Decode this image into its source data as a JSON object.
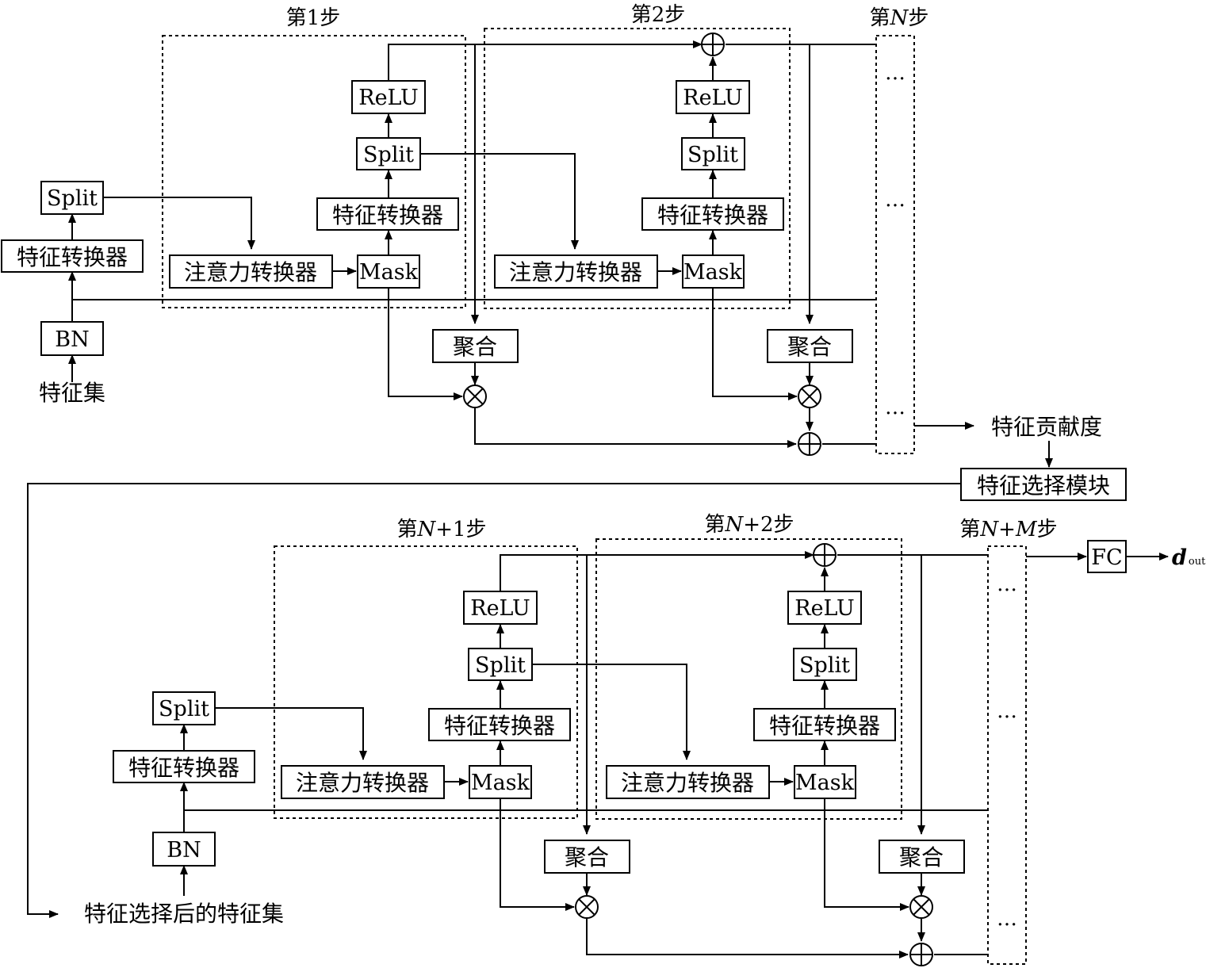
{
  "labels": {
    "split": "Split",
    "relu": "ReLU",
    "mask": "Mask",
    "feature_transformer": "特征转换器",
    "attention_transformer": "注意力转换器",
    "bn": "BN",
    "aggregate": "聚合",
    "feature_set": "特征集",
    "feature_contribution": "特征贡献度",
    "feature_selection_module": "特征选择模块",
    "selected_feature_set": "特征选择后的特征集",
    "fc": "FC",
    "output_main": "d",
    "output_sub": "out",
    "ellipsis": "…"
  },
  "steps": {
    "step1": "第1步",
    "step2": "第2步",
    "stepN_pre": "第",
    "stepN_var": "N",
    "stepN_post": "步",
    "stepN1_pre": "第",
    "stepN1_var": "N",
    "stepN1_post": "+1步",
    "stepN2_pre": "第",
    "stepN2_var": "N",
    "stepN2_post": "+2步",
    "stepNM_pre": "第",
    "stepNM_var1": "N",
    "stepNM_mid": "+",
    "stepNM_var2": "M",
    "stepNM_post": "步"
  }
}
